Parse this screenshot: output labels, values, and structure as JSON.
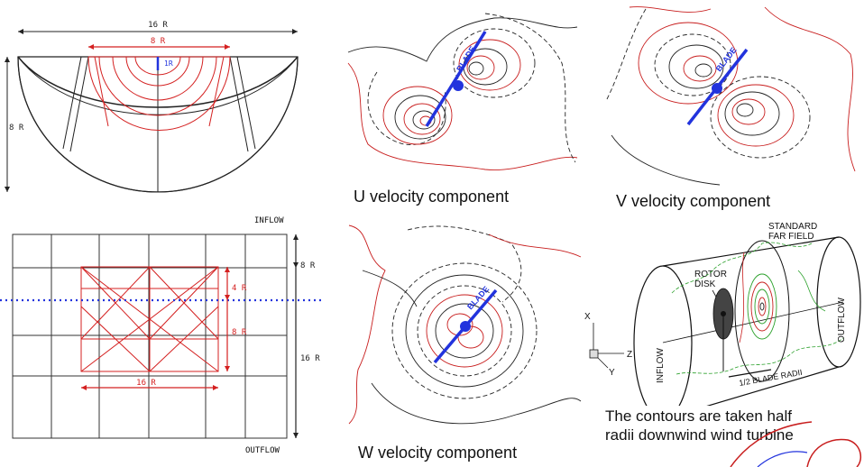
{
  "mesh_side": {
    "width_label": "16 R",
    "inner_width_label": "8 R",
    "height_label": "8 R",
    "rotor_label": "1R"
  },
  "mesh_top": {
    "inflow_label": "INFLOW",
    "outflow_label": "OUTFLOW",
    "top_gap_label": "8 R",
    "total_height_label": "16 R",
    "inner_4r_label": "4 R",
    "inner_8r_label": "8 R",
    "inner_width_label": "16 R"
  },
  "contours": {
    "blade_label": "BLADE",
    "u_caption": "U velocity component",
    "v_caption": "V velocity component",
    "w_caption": "W velocity component"
  },
  "farfield": {
    "standard_label_line1": "STANDARD",
    "standard_label_line2": "FAR FIELD",
    "rotor_label_line1": "ROTOR",
    "rotor_label_line2": "DISK",
    "inflow_label": "INFLOW",
    "outflow_label": "OUTFLOW",
    "blade_radii_label": "1/2 BLADE RADII",
    "axis_x": "X",
    "axis_y": "Y",
    "axis_z": "Z",
    "caption": "The contours are taken half radii downwind wind turbine"
  },
  "colors": {
    "grid": "#222222",
    "refine": "#d42020",
    "blade": "#2233dd",
    "contour_red": "#c81e1e",
    "contour_dark": "#222222",
    "green": "#2aa02a"
  }
}
